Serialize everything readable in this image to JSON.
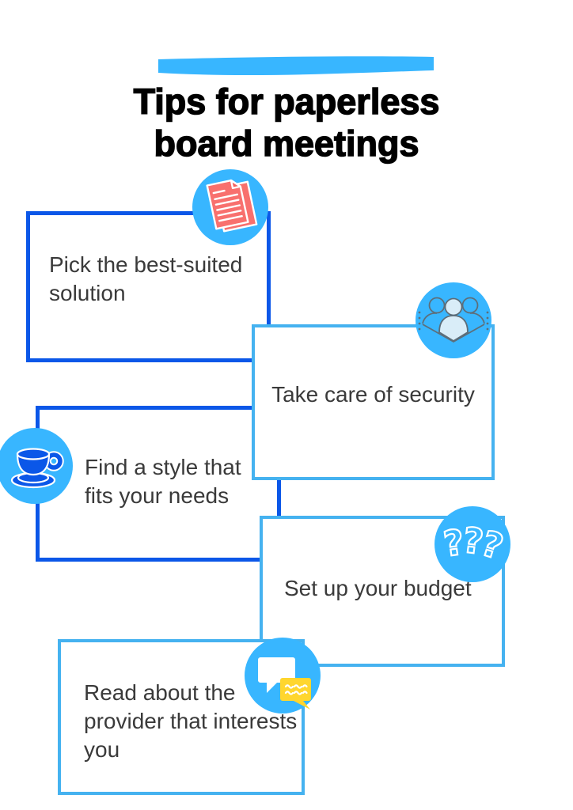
{
  "title": {
    "text": "Tips for paperless board meetings"
  },
  "colors": {
    "accent_light_blue": "#38b6ff",
    "border_light_blue": "#45b2f0",
    "accent_dark_blue": "#0b57e8",
    "paper_red": "#f8706e",
    "bubble_yellow": "#ffd62e",
    "people_outline_gray": "#5d6e7a",
    "people_fill_pale_blue": "#d9edf8",
    "body_text": "#3a3a3a",
    "title_text": "#000000"
  },
  "tips": [
    {
      "label": "Pick the best-suited\nsolution",
      "icon": "documents-icon"
    },
    {
      "label": "Take care of security",
      "icon": "people-group-icon"
    },
    {
      "label": "Find a style that\nfits your needs",
      "icon": "coffee-cup-icon"
    },
    {
      "label": "Set up your budget",
      "icon": "question-marks-icon"
    },
    {
      "label": "Read about the\nprovider that interests\nyou",
      "icon": "chat-bubbles-icon"
    }
  ]
}
